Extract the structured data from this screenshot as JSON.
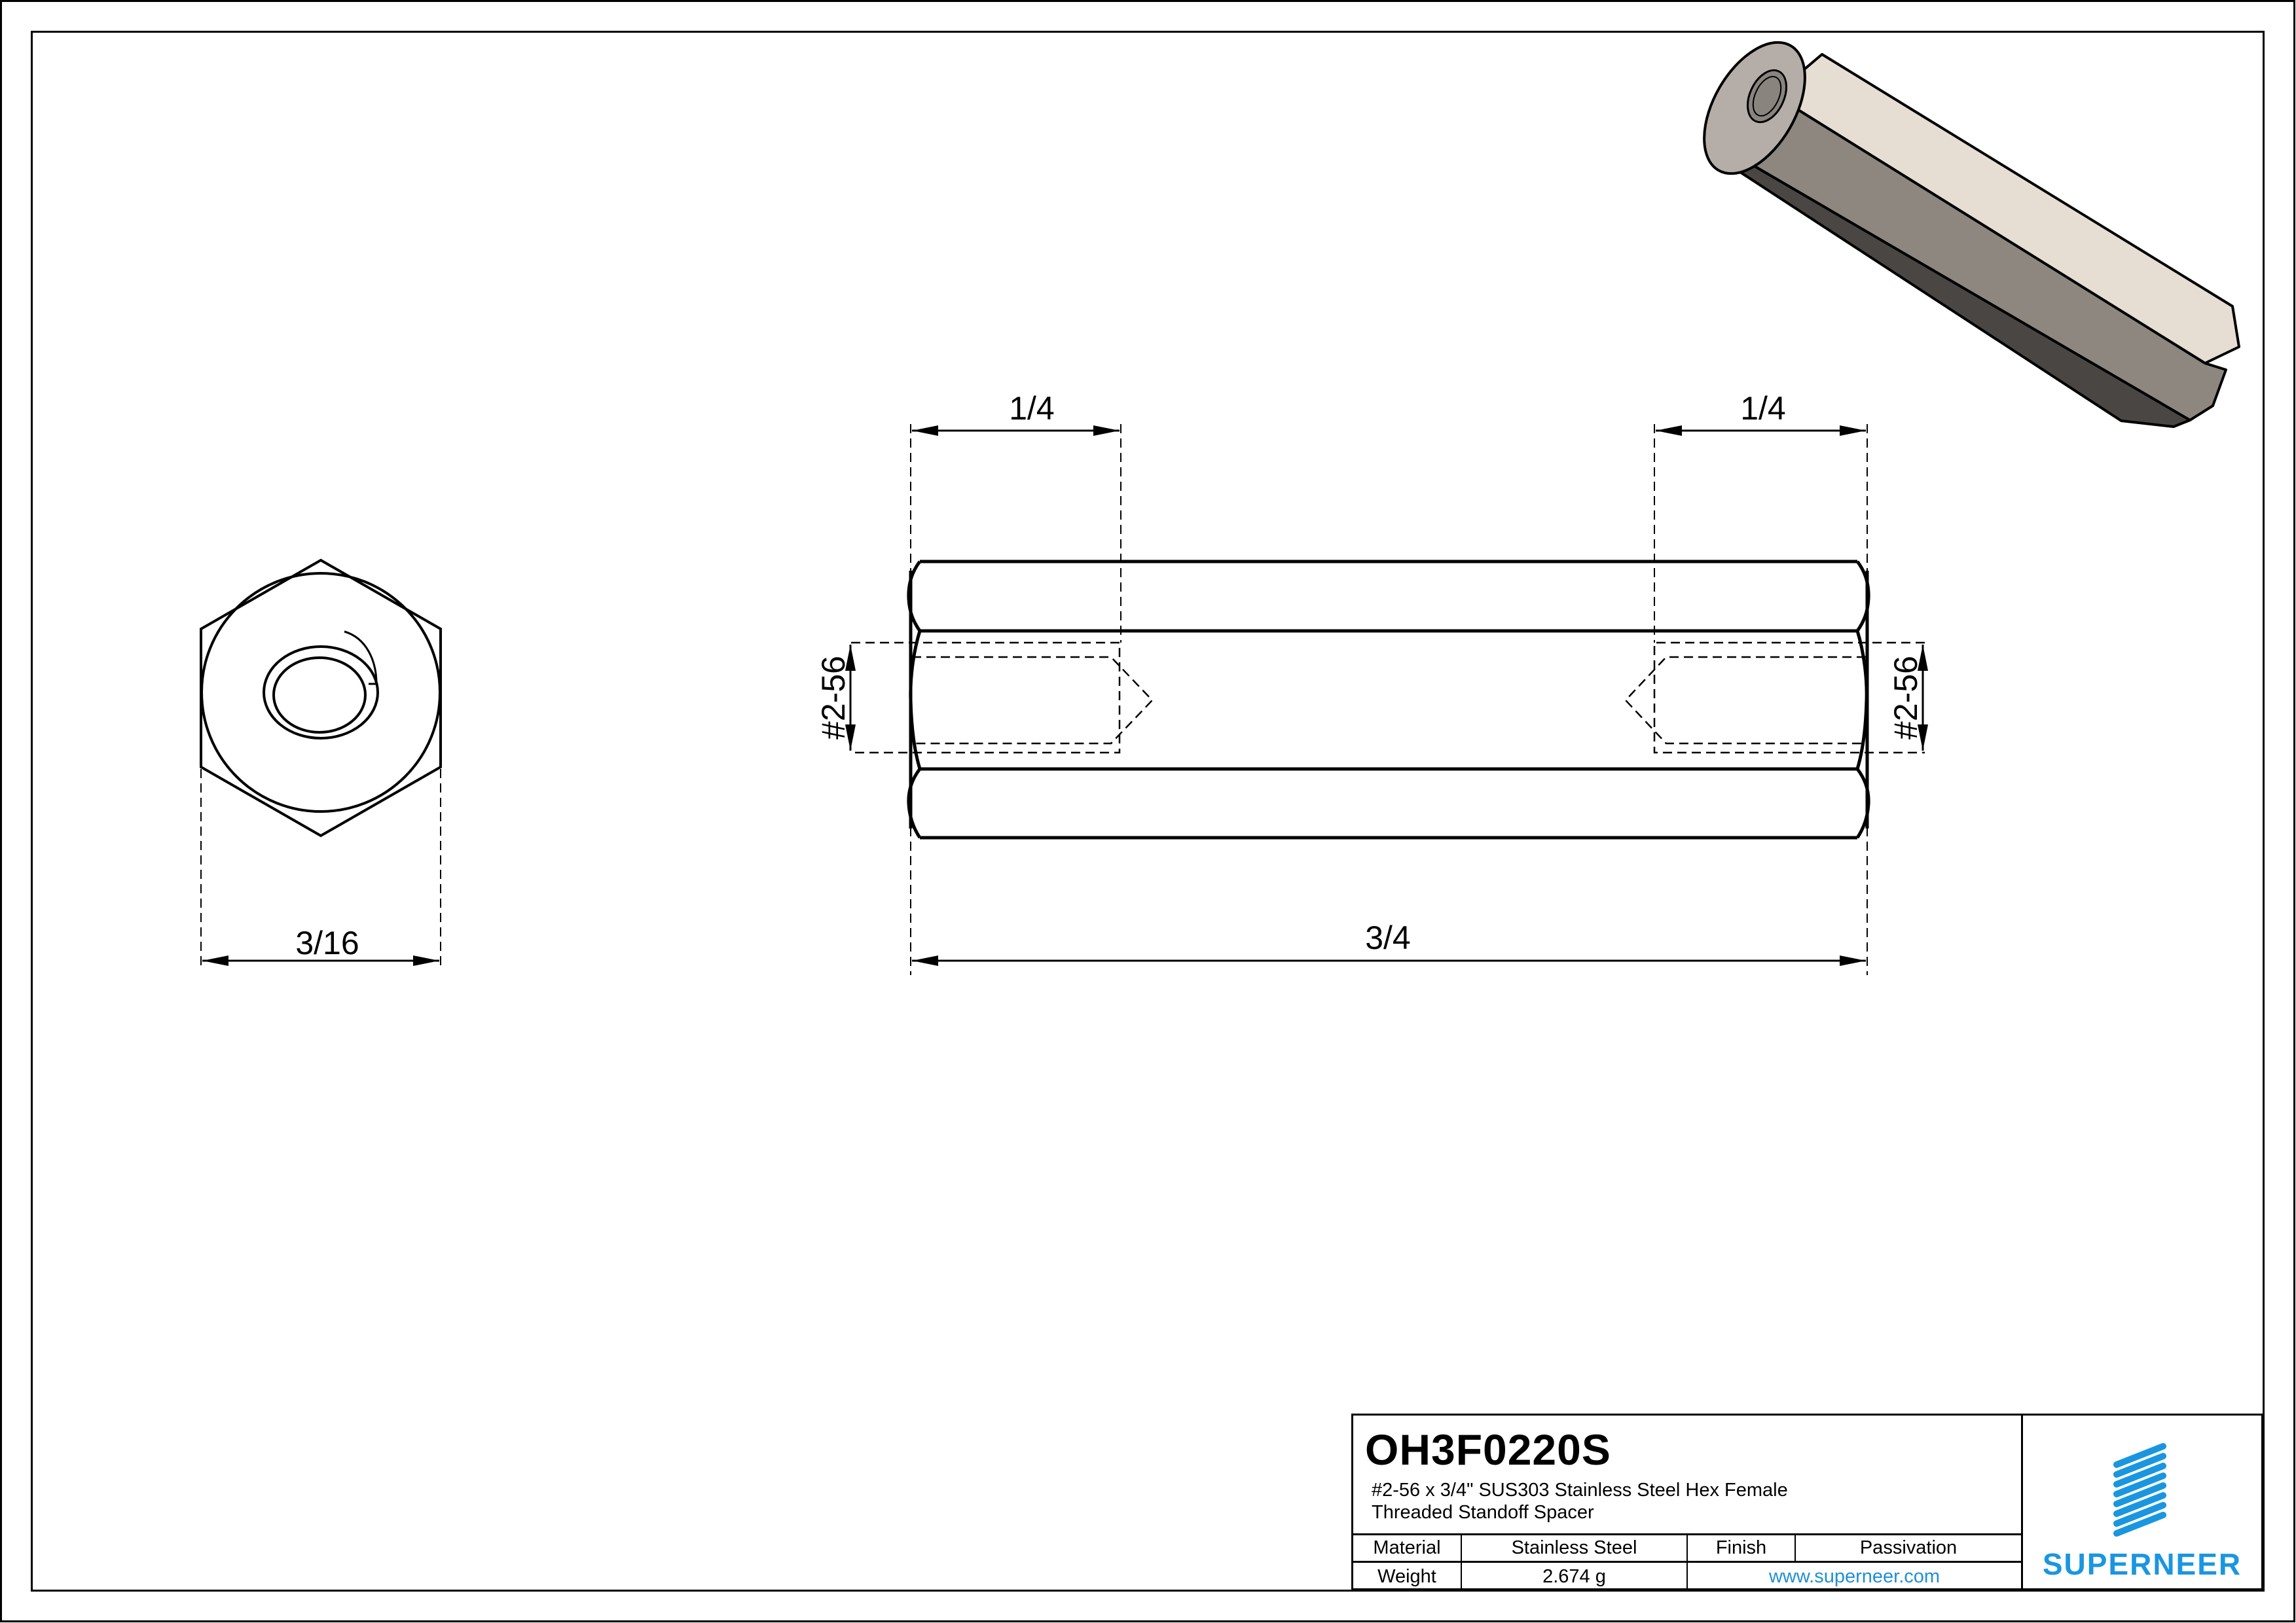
{
  "drawing": {
    "border_color": "#000000",
    "background": "#ffffff"
  },
  "views": {
    "end_view": {
      "shape": "hexagon",
      "dimension_across_flats": "3/16"
    },
    "side_view": {
      "dimension_overall_length": "3/4",
      "dimension_thread_depth_left": "1/4",
      "dimension_thread_depth_right": "1/4",
      "thread_callout_left": "#2-56",
      "thread_callout_right": "#2-56"
    },
    "isometric_view": {
      "colors": {
        "top_face": "#e6ddd3",
        "side_face": "#8d8780",
        "bottom_face": "#4a4644",
        "end_face": "#b5aea8"
      }
    }
  },
  "title_block": {
    "part_number": "OH3F0220S",
    "description_line1": "#2-56 x 3/4\" SUS303 Stainless Steel Hex Female",
    "description_line2": "Threaded Standoff Spacer",
    "table": {
      "material_label": "Material",
      "material_value": "Stainless Steel",
      "finish_label": "Finish",
      "finish_value": "Passivation",
      "weight_label": "Weight",
      "weight_value": "2.674 g",
      "website": "www.superneer.com"
    },
    "logo": {
      "icon": "striped-logo-icon",
      "wordmark": "SUPERNEER",
      "brand_color": "#1a96e0"
    }
  }
}
